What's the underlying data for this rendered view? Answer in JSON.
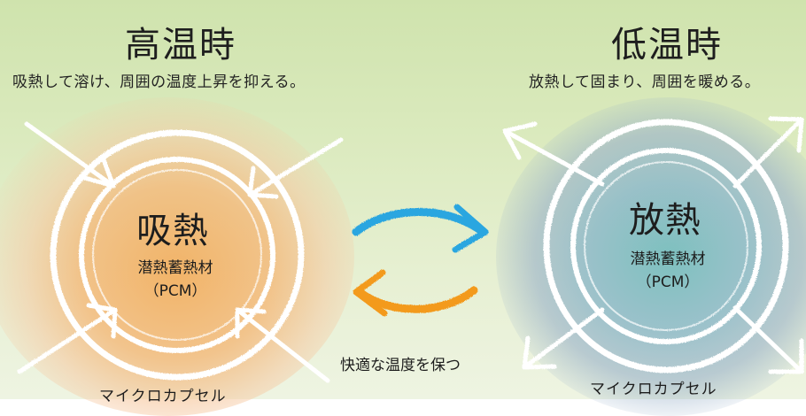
{
  "hot": {
    "title": "高温時",
    "subtitle": "吸熱して溶け、周囲の温度上昇を抑える。",
    "core_label": "吸熱",
    "material": "潜熱蓄熱材",
    "abbr": "（PCM）",
    "capsule": "マイクロカプセル"
  },
  "cold": {
    "title": "低温時",
    "subtitle": "放熱して固まり、周囲を暖める。",
    "core_label": "放熱",
    "material": "潜熱蓄熱材",
    "abbr": "（PCM）",
    "capsule": "マイクロカプセル"
  },
  "center": {
    "label": "快適な温度を保つ"
  },
  "colors": {
    "hot_core": "#f2b062",
    "cold_core": "#78bebe",
    "arrow_blue": "#29a6e0",
    "arrow_orange": "#f39a1f",
    "chalk": "#ffffff"
  }
}
